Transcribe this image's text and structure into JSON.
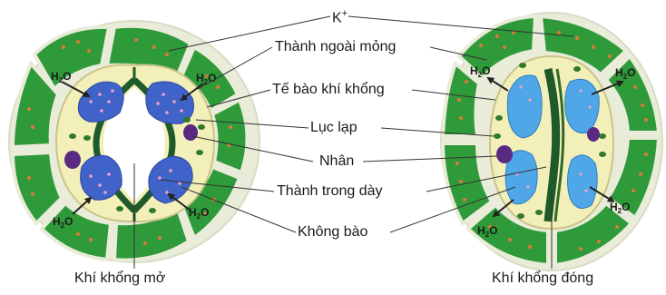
{
  "labels": {
    "potassium": "K",
    "potassium_charge": "+",
    "thin_outer_wall": "Thành ngoài mỏng",
    "guard_cell": "Tế bào khí khổng",
    "chloroplast": "Lục lạp",
    "nucleus": "Nhân",
    "thick_inner_wall": "Thành trong dày",
    "vacuole": "Không bào"
  },
  "water_label": {
    "main": "H",
    "sub": "2",
    "tail": "O"
  },
  "captions": {
    "open": "Khí khổng mở",
    "closed": "Khí khổng đóng"
  },
  "colors": {
    "epidermal_cell": "#2f9a3a",
    "cell_wall": "#e9ecd9",
    "guard_cytoplasm": "#f3efb8",
    "vacuole_open": "#3f63c8",
    "vacuole_closed": "#4fa7e8",
    "thick_wall": "#1f5a2a",
    "nucleus": "#5a2a82",
    "potassium_dot": "#e07a3a"
  }
}
